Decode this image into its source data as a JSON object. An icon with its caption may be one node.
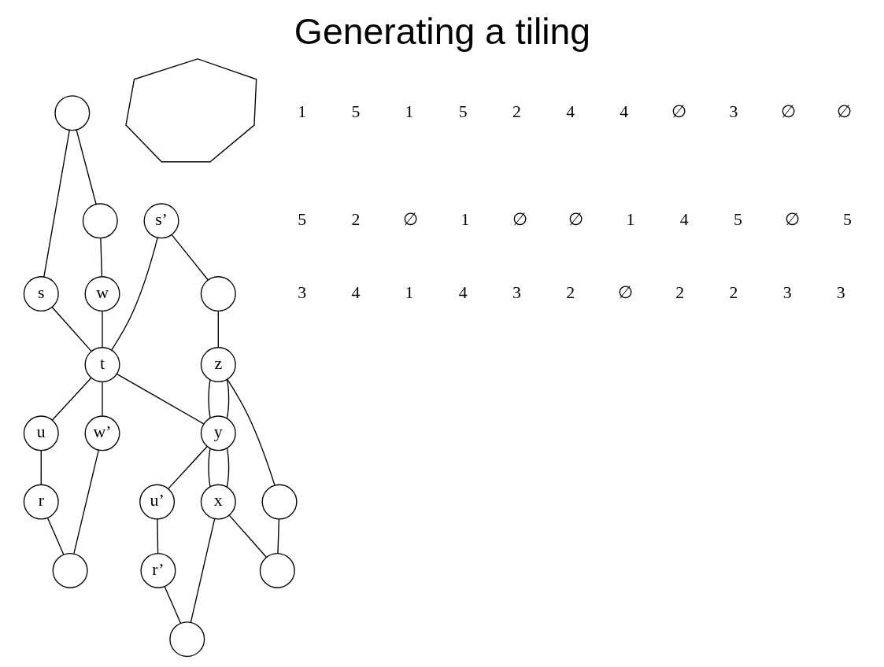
{
  "diagram": {
    "title": "Generating a tiling",
    "nodes": [
      {
        "text": [],
        "shape": "circle"
      },
      {
        "text": [
          "s"
        ]
      },
      {
        "text": [],
        "shape": "circle"
      },
      {
        "text": [
          "s’"
        ]
      },
      {
        "text": [
          "z"
        ]
      },
      {
        "text": [],
        "shape": "circle"
      },
      {
        "text": [
          "t"
        ]
      },
      {
        "text": [
          "y"
        ]
      },
      {
        "text": [
          "u"
        ]
      },
      {
        "text": [
          "u’"
        ]
      },
      {
        "text": [],
        "shape": "circle"
      },
      {
        "text": [
          "w"
        ]
      },
      {
        "text": [
          "r"
        ]
      },
      {
        "text": [
          "w’"
        ]
      },
      {
        "text": [
          "r’"
        ]
      },
      {
        "text": [],
        "shape": "circle"
      },
      {
        "text": [
          "x"
        ]
      },
      {
        "text": [],
        "shape": "circle"
      },
      {
        "text": [],
        "shape": "circle"
      },
      {
        "text": [],
        "shape": "picture"
      }
    ],
    "edges": [
      {
        "from": 0,
        "to": 1,
        "arrow": "none"
      },
      {
        "from": 0,
        "to": 5,
        "arrow": "none"
      },
      {
        "from": 1,
        "to": 6,
        "arrow": "none"
      },
      {
        "from": 3,
        "to": 6,
        "arrow": "none"
      },
      {
        "from": 3,
        "to": 2,
        "arrow": "none"
      },
      {
        "from": 2,
        "to": 4,
        "arrow": "none"
      },
      {
        "from": 4,
        "to": 7,
        "arrow": "none"
      },
      {
        "from": 4,
        "to": 7,
        "arrow": "none"
      },
      {
        "from": 4,
        "to": 10,
        "arrow": "none"
      },
      {
        "from": 5,
        "to": 11,
        "arrow": "none"
      },
      {
        "from": 11,
        "to": 6,
        "arrow": "none"
      },
      {
        "from": 6,
        "to": 13,
        "arrow": "none"
      },
      {
        "from": 6,
        "to": 8,
        "arrow": "none"
      },
      {
        "from": 6,
        "to": 7,
        "arrow": "none"
      },
      {
        "from": 7,
        "to": 9,
        "arrow": "none"
      },
      {
        "from": 7,
        "to": 16,
        "arrow": "none"
      },
      {
        "from": 7,
        "to": 16,
        "arrow": "none"
      },
      {
        "from": 8,
        "to": 12,
        "arrow": "none"
      },
      {
        "from": 9,
        "to": 14,
        "arrow": "none"
      },
      {
        "from": 12,
        "to": 15,
        "arrow": "none"
      },
      {
        "from": 13,
        "to": 15,
        "arrow": "none"
      },
      {
        "from": 14,
        "to": 18,
        "arrow": "none"
      },
      {
        "from": 16,
        "to": 18,
        "arrow": "none"
      },
      {
        "from": 16,
        "to": 17,
        "arrow": "none"
      },
      {
        "from": 10,
        "to": 17,
        "arrow": "none"
      }
    ],
    "labels": [
      "1",
      "5",
      "1",
      "5",
      "2",
      "4",
      "4",
      "∅",
      "3",
      "∅",
      "∅",
      "5",
      "2",
      "∅",
      "1",
      "∅",
      "∅",
      "1",
      "4",
      "5",
      "∅",
      "5",
      "3",
      "4",
      "1",
      "4",
      "3",
      "2",
      "∅",
      "2",
      "2",
      "3",
      "3"
    ]
  }
}
